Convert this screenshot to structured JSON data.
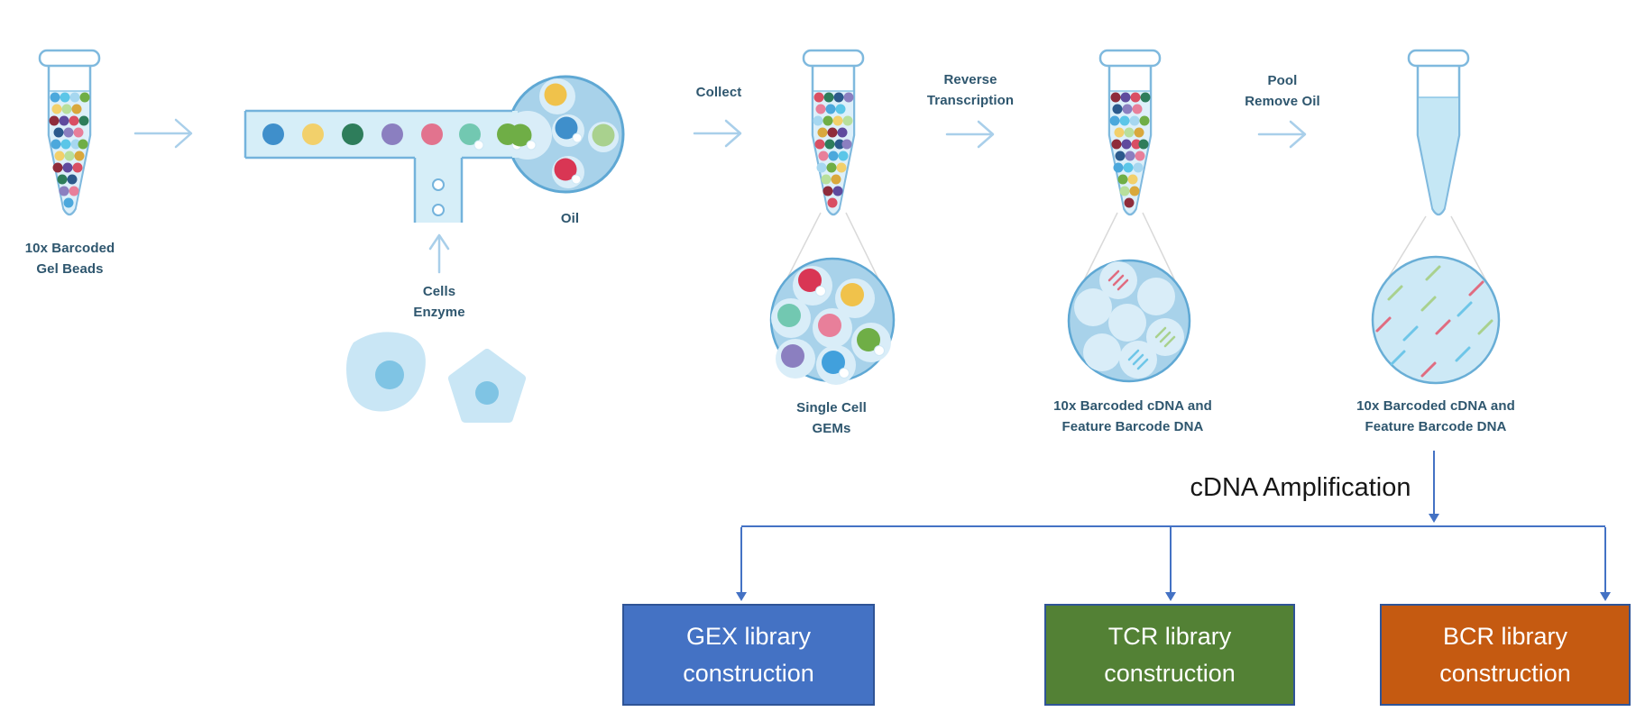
{
  "labels": {
    "gel_beads": "10x Barcoded\nGel Beads",
    "cells_enzyme": "Cells\nEnzyme",
    "oil": "Oil",
    "collect": "Collect",
    "single_cell_gems": "Single Cell\nGEMs",
    "reverse_transcription": "Reverse\nTranscription",
    "barcoded_cdna_1": "10x Barcoded cDNA and\nFeature Barcode DNA",
    "pool_remove_oil": "Pool\nRemove Oil",
    "barcoded_cdna_2": "10x Barcoded cDNA and\nFeature Barcode DNA",
    "cdna_amplification": "cDNA Amplification"
  },
  "libraries": [
    {
      "label": "GEX library\nconstruction",
      "fill": "#4472C4"
    },
    {
      "label": "TCR library\nconstruction",
      "fill": "#538135"
    },
    {
      "label": "BCR library\nconstruction",
      "fill": "#C55A11"
    }
  ],
  "colors": {
    "label_text": "#2E566E",
    "flow_arrow": "#A9CFEA",
    "connector": "#4472C4",
    "box_border": "#2F5496",
    "tube_outline": "#7FB9DE",
    "tube_content": "#DDF0FA",
    "liquid": "#C5E7F5",
    "chip_channel": "#D6EEF8",
    "chip_stroke": "#74B3DC",
    "gem_circle_fill": "#A8D2EA",
    "gem_circle_stroke": "#5FA8D4",
    "droplet_fill": "#D9EDF8",
    "pooled_circle_fill": "#CDE9F6",
    "pooled_circle_stroke": "#69AED6",
    "cone_line": "#D9D9D9",
    "cell_body": "#C9E6F5",
    "cell_nucleus": "#7FC4E4",
    "bead_palette": [
      "#4CA8DC",
      "#6FAE46",
      "#D9A83C",
      "#D94F63",
      "#8B7FC0",
      "#5BC6E8",
      "#F2D06B",
      "#8F2C3B",
      "#2E7D5B",
      "#E87F9A",
      "#A6D7F0",
      "#B8DF9C",
      "#5F4B9E",
      "#2C5A8C"
    ],
    "channel_bead_colors": [
      "#3F8FCB",
      "#F2D06B",
      "#2E7D5B",
      "#8B7FC0",
      "#E2738E",
      "#72C8B1",
      "#6FAE46"
    ],
    "chip_bead_colors": [
      "#6FAE46",
      "#F0C24B",
      "#3F8FCB",
      "#A9D18E",
      "#D93654"
    ],
    "gem_bead_colors": [
      "#D93654",
      "#72C8B1",
      "#F0C24B",
      "#E87F9A",
      "#8B7FC0",
      "#41A0DC",
      "#6FAE46"
    ],
    "dna_dash_colors": [
      "#A9D18E",
      "#E06C80",
      "#6EC6E8"
    ]
  }
}
